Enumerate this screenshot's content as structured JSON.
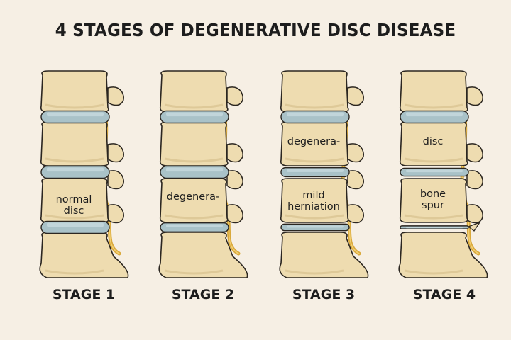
{
  "title": "4 STAGES OF DEGENERATIVE DISC DISEASE",
  "stages": [
    {
      "label": "STAGE 1",
      "upper_text": "",
      "lower_text": "normal\ndisc",
      "upper_disc_level": 1.0,
      "lower_disc_level": 1.0
    },
    {
      "label": "STAGE 2",
      "upper_text": "",
      "lower_text": "degenera-",
      "upper_disc_level": 1.0,
      "lower_disc_level": 0.75
    },
    {
      "label": "STAGE 3",
      "upper_text": "degenera-",
      "lower_text": "mild\nherniation",
      "upper_disc_level": 0.75,
      "lower_disc_level": 0.55
    },
    {
      "label": "STAGE 4",
      "upper_text": "disc",
      "lower_text": "bone\nspur",
      "upper_disc_level": 0.65,
      "lower_disc_level": 0.25
    }
  ],
  "colors": {
    "bone": "#eedcb0",
    "bone_shadow": "#d7c08e",
    "bone_outline": "#2b2620",
    "disc": "#a9c2c8",
    "disc_light": "#c7dade",
    "nerve": "#d9a93c",
    "background": "#f6efe4"
  }
}
